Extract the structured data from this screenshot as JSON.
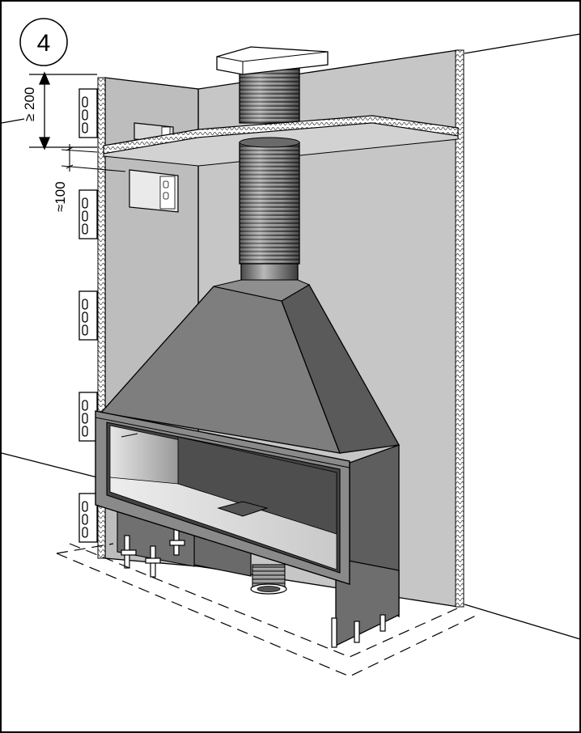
{
  "figure": {
    "step_number": "4",
    "dimensions": {
      "clearance_above": "≥ 200",
      "vent_offset": "≈100"
    }
  },
  "colors": {
    "wall": "#c6c6c6",
    "wall_dark": "#9c9c9c",
    "hood_left": "#7e7e7e",
    "hood_right": "#5a5a5a",
    "frame": "#8a8a8a",
    "line": "#000000"
  }
}
